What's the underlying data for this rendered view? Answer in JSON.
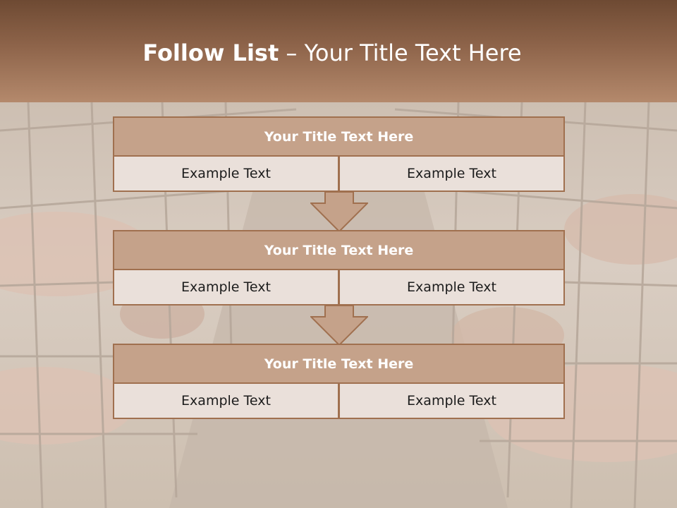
{
  "slide": {
    "title_bold": "Follow List",
    "title_rest": " – Your Title Text Here"
  },
  "steps": [
    {
      "title": "Your Title Text Here",
      "left": "Example Text",
      "right": "Example Text"
    },
    {
      "title": "Your Title Text Here",
      "left": "Example Text",
      "right": "Example Text"
    },
    {
      "title": "Your Title Text Here",
      "left": "Example Text",
      "right": "Example Text"
    }
  ],
  "colors": {
    "header_dark": "#6e4a33",
    "header_light": "#b4896c",
    "block_title_fill": "#c5a28a",
    "block_border": "#a0704f",
    "cell_fill": "#eae0da"
  }
}
